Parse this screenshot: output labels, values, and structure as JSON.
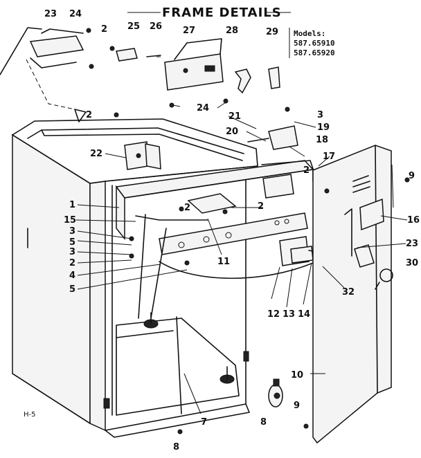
{
  "title": "FRAME DETAILS",
  "models": {
    "label": "Models:",
    "numbers": [
      "587.65910",
      "587.65920"
    ]
  },
  "page_ref": "H-5",
  "callouts": [
    {
      "id": "c23a",
      "text": "23"
    },
    {
      "id": "c24a",
      "text": "24"
    },
    {
      "id": "c2a",
      "text": "2"
    },
    {
      "id": "c25",
      "text": "25"
    },
    {
      "id": "c26",
      "text": "26"
    },
    {
      "id": "c27",
      "text": "27"
    },
    {
      "id": "c28",
      "text": "28"
    },
    {
      "id": "c29",
      "text": "29"
    },
    {
      "id": "c24b",
      "text": "24"
    },
    {
      "id": "c2b",
      "text": "2"
    },
    {
      "id": "c3a",
      "text": "3"
    },
    {
      "id": "c21",
      "text": "21"
    },
    {
      "id": "c19",
      "text": "19"
    },
    {
      "id": "c20",
      "text": "20"
    },
    {
      "id": "c18",
      "text": "18"
    },
    {
      "id": "c22",
      "text": "22"
    },
    {
      "id": "c17",
      "text": "17"
    },
    {
      "id": "c2c",
      "text": "2"
    },
    {
      "id": "c9a",
      "text": "9"
    },
    {
      "id": "c1",
      "text": "1"
    },
    {
      "id": "c2d",
      "text": "2"
    },
    {
      "id": "c2e",
      "text": "2"
    },
    {
      "id": "c16",
      "text": "16"
    },
    {
      "id": "c15",
      "text": "15"
    },
    {
      "id": "c3b",
      "text": "3"
    },
    {
      "id": "c5a",
      "text": "5"
    },
    {
      "id": "c3c",
      "text": "3"
    },
    {
      "id": "c2f",
      "text": "2"
    },
    {
      "id": "c4",
      "text": "4"
    },
    {
      "id": "c23b",
      "text": "23"
    },
    {
      "id": "c11",
      "text": "11"
    },
    {
      "id": "c30",
      "text": "30"
    },
    {
      "id": "c5b",
      "text": "5"
    },
    {
      "id": "c32",
      "text": "32"
    },
    {
      "id": "c12",
      "text": "12"
    },
    {
      "id": "c13",
      "text": "13"
    },
    {
      "id": "c14",
      "text": "14"
    },
    {
      "id": "c10",
      "text": "10"
    },
    {
      "id": "c9b",
      "text": "9"
    },
    {
      "id": "c8a",
      "text": "8"
    },
    {
      "id": "c7",
      "text": "7"
    },
    {
      "id": "c8b",
      "text": "8"
    }
  ]
}
